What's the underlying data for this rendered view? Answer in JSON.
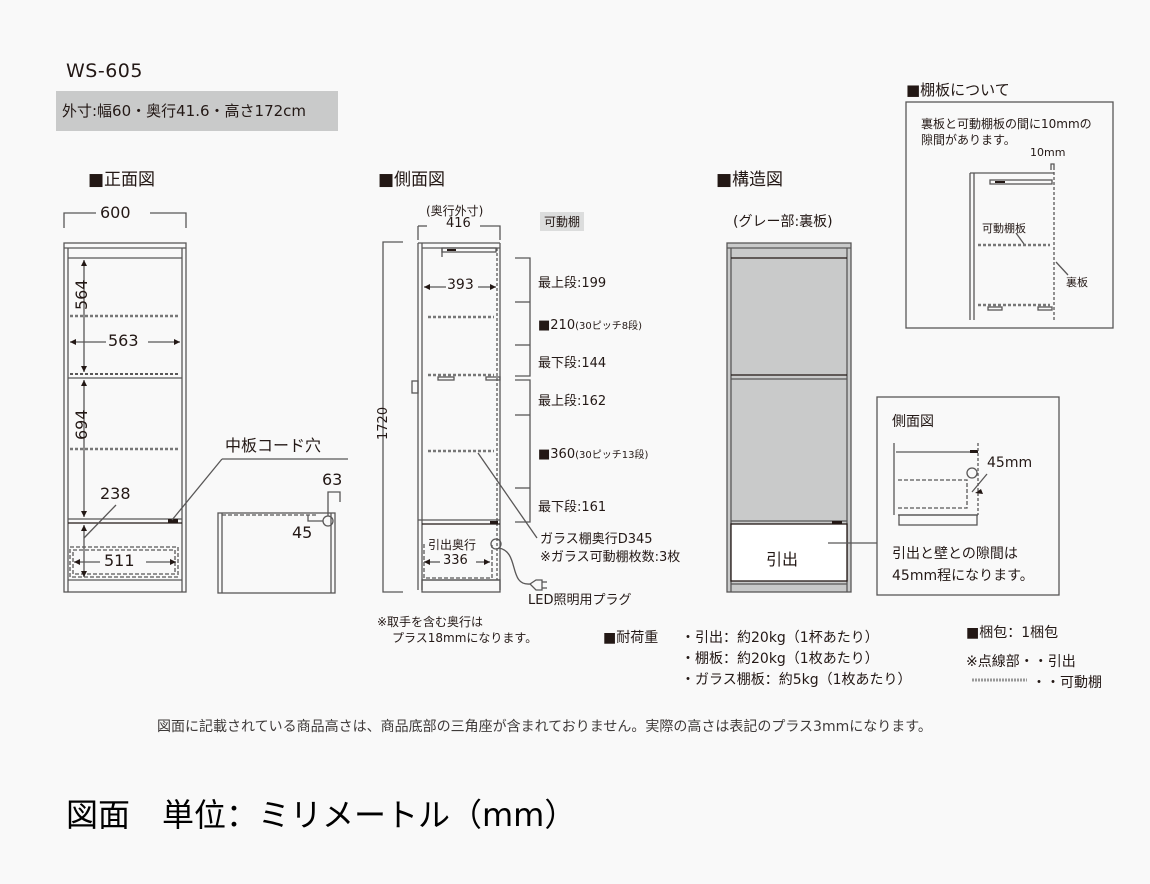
{
  "header": {
    "model": "WS-605",
    "spec": "外寸:幅60・奥行41.6・高さ172cm"
  },
  "front_view": {
    "title": "■正面図",
    "dims": {
      "width": "600",
      "upper_height": "564",
      "inner_width": "563",
      "middle_height": "694",
      "drawer_height": "238",
      "drawer_width": "511"
    },
    "cord_hole_label": "中板コード穴",
    "cord_hole_dims": {
      "a": "63",
      "b": "45"
    }
  },
  "side_view": {
    "title": "■側面図",
    "depth_caption": "(奥行外寸)",
    "depth": "416",
    "inner_depth": "393",
    "height": "1720",
    "drawer_depth_label": "引出奥行",
    "drawer_depth": "336",
    "movable_shelf_tag": "可動棚",
    "upper_group": {
      "top": "最上段:199",
      "range": "■210",
      "pitch": "(30ピッチ8段)",
      "bottom": "最下段:144"
    },
    "lower_group": {
      "top": "最上段:162",
      "range": "■360",
      "pitch": "(30ピッチ13段)",
      "bottom": "最下段:161"
    },
    "glass_note_1": "ガラス棚奥行D345",
    "glass_note_2": "※ガラス可動棚枚数:3枚",
    "plug_label": "LED照明用プラグ",
    "handle_note_1": "※取手を含む奥行は",
    "handle_note_2": "プラス18mmになります。"
  },
  "structure_view": {
    "title": "■構造図",
    "caption": "(グレー部:裏板)",
    "drawer_label": "引出"
  },
  "shelf_info": {
    "title": "■棚板について",
    "text_1": "裏板と可動棚板の間に10mmの",
    "text_2": "隙間があります。",
    "gap": "10mm",
    "shelf_label": "可動棚板",
    "back_label": "裏板"
  },
  "side_detail": {
    "title": "側面図",
    "gap": "45mm",
    "text_1": "引出と壁との隙間は",
    "text_2": "45mm程になります。"
  },
  "load": {
    "title": "■耐荷重",
    "items": [
      "・引出：約20kg（1杯あたり）",
      "・棚板：約20kg（1枚あたり）",
      "・ガラス棚板：約5kg（1枚あたり）"
    ]
  },
  "packaging": "■梱包：1梱包",
  "legend": {
    "dotted": "※点線部・・引出",
    "hatched": "・・可動棚"
  },
  "footnote": "図面に記載されている商品高さは、商品底部の三角座が含まれておりません。実際の高さは表記のプラス3mmになります。",
  "units": "図面　単位：ミリメートル（mm）",
  "colors": {
    "line": "#595757",
    "back_panel": "#c9caca",
    "spec_bg": "#c9caca",
    "text": "#231815"
  }
}
